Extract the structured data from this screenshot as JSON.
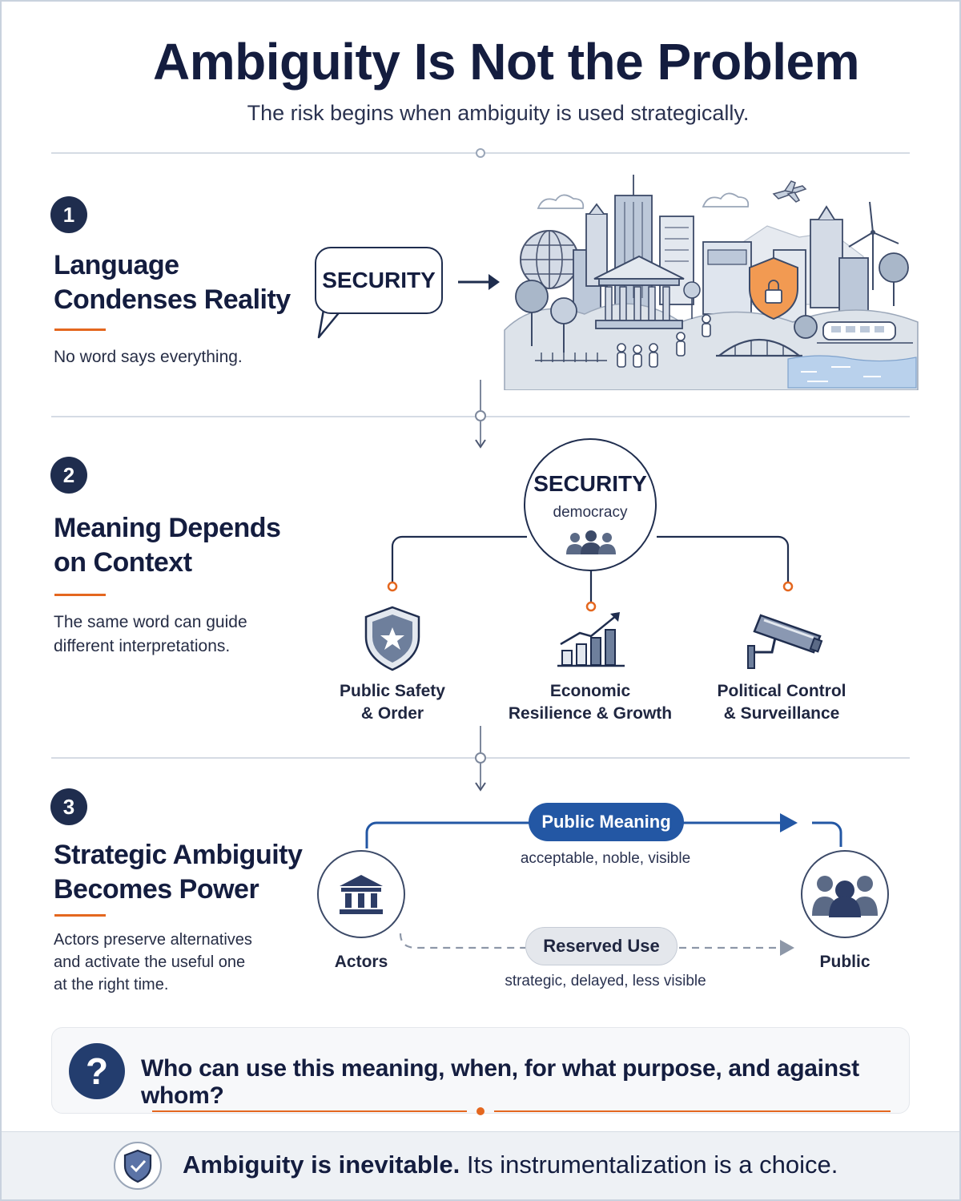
{
  "header": {
    "title": "Ambiguity Is Not the Problem",
    "subtitle": "The risk begins when ambiguity is used strategically."
  },
  "sections": [
    {
      "number": "1",
      "title_line1": "Language",
      "title_line2": "Condenses Reality",
      "description_line1": "No word says everything.",
      "bubble_word": "SECURITY"
    },
    {
      "number": "2",
      "title_line1": "Meaning Depends",
      "title_line2": "on Context",
      "description_line1": "The same word can guide",
      "description_line2": "different interpretations.",
      "center_word": "SECURITY",
      "center_context": "democracy",
      "options": [
        {
          "line1": "Public Safety",
          "line2": "& Order",
          "icon": "shield-star-icon"
        },
        {
          "line1": "Economic",
          "line2": "Resilience & Growth",
          "icon": "growth-chart-icon"
        },
        {
          "line1": "Political Control",
          "line2": "& Surveillance",
          "icon": "surveillance-camera-icon"
        }
      ]
    },
    {
      "number": "3",
      "title_line1": "Strategic Ambiguity",
      "title_line2": "Becomes Power",
      "description_line1": "Actors preserve alternatives",
      "description_line2": "and activate the useful one",
      "description_line3": "at the right time.",
      "actors_label": "Actors",
      "public_label": "Public",
      "public_meaning": "Public Meaning",
      "public_meaning_caption": "acceptable, noble, visible",
      "reserved_use": "Reserved Use",
      "reserved_use_caption": "strategic, delayed, less visible"
    }
  ],
  "question": {
    "icon": "?",
    "text": "Who can use this meaning, when, for what purpose, and against whom?"
  },
  "footer": {
    "bold": "Ambiguity is inevitable.",
    "rest": " Its instrumentalization is a choice."
  },
  "colors": {
    "navy": "#1f2d4e",
    "accent_orange": "#e4671f",
    "blue": "#2357a4"
  }
}
